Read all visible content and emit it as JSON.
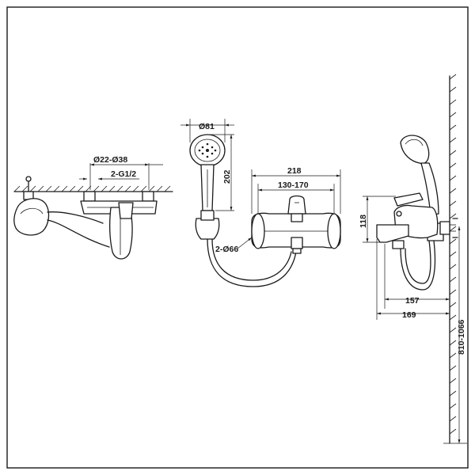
{
  "dimensions": {
    "d81": "Ø81",
    "d202": "202",
    "d218": "218",
    "d130_170": "130-170",
    "d2_d66": "2-Ø66",
    "d22_38": "Ø22-Ø38",
    "g12": "2-G1/2",
    "d118": "118",
    "d157": "157",
    "d169": "169",
    "d810_1066": "810-1066"
  }
}
